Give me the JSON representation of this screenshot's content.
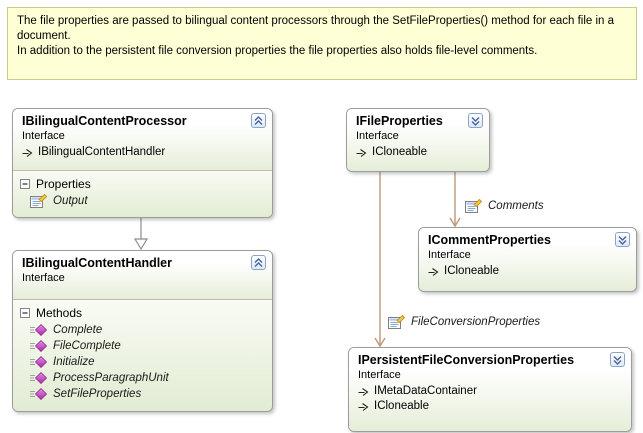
{
  "note": {
    "line1": "The file properties are passed to bilingual content processors through the SetFileProperties() method for each file in a document.",
    "line2": "In addition to the persistent file conversion properties the file properties also holds file-level comments."
  },
  "boxes": [
    {
      "title": "IBilingualContentProcessor",
      "kind": "Interface",
      "bases": [
        "IBilingualContentHandler"
      ],
      "sections": [
        {
          "label": "Properties",
          "members": [
            "Output"
          ]
        }
      ],
      "toggle": "collapse"
    },
    {
      "title": "IBilingualContentHandler",
      "kind": "Interface",
      "bases": [],
      "sections": [
        {
          "label": "Methods",
          "members": [
            "Complete",
            "FileComplete",
            "Initialize",
            "ProcessParagraphUnit",
            "SetFileProperties"
          ]
        }
      ],
      "toggle": "collapse"
    },
    {
      "title": "IFileProperties",
      "kind": "Interface",
      "bases": [
        "ICloneable"
      ],
      "sections": [],
      "toggle": "expand"
    },
    {
      "title": "ICommentProperties",
      "kind": "Interface",
      "bases": [
        "ICloneable"
      ],
      "sections": [],
      "toggle": "expand"
    },
    {
      "title": "IPersistentFileConversionProperties",
      "kind": "Interface",
      "bases": [
        "IMetaDataContainer",
        "ICloneable"
      ],
      "sections": [],
      "toggle": "expand"
    }
  ],
  "connector_labels": [
    {
      "text": "Comments",
      "icon": "property-icon"
    },
    {
      "text": "FileConversionProperties",
      "icon": "property-icon"
    }
  ],
  "icons": {
    "collapse": "chevron-double-up",
    "expand": "chevron-double-down",
    "property": "property-card-with-yellow-pointer",
    "method": "magenta-diamond-with-lines",
    "inherits": "small-open-right-arrow",
    "section_toggle": "minus-box"
  },
  "colors": {
    "note_bg": "#ffffd6",
    "note_border": "#c9c98b",
    "box_border": "#9c9c9c",
    "box_gradient_bottom": "#e5eed8",
    "association_line": "#bf9778",
    "inheritance_line": "#8c8c8c",
    "chevron_blue": "#44639c",
    "method_icon_magenta": "#c04ac0",
    "property_icon_yellow": "#f5c842"
  }
}
